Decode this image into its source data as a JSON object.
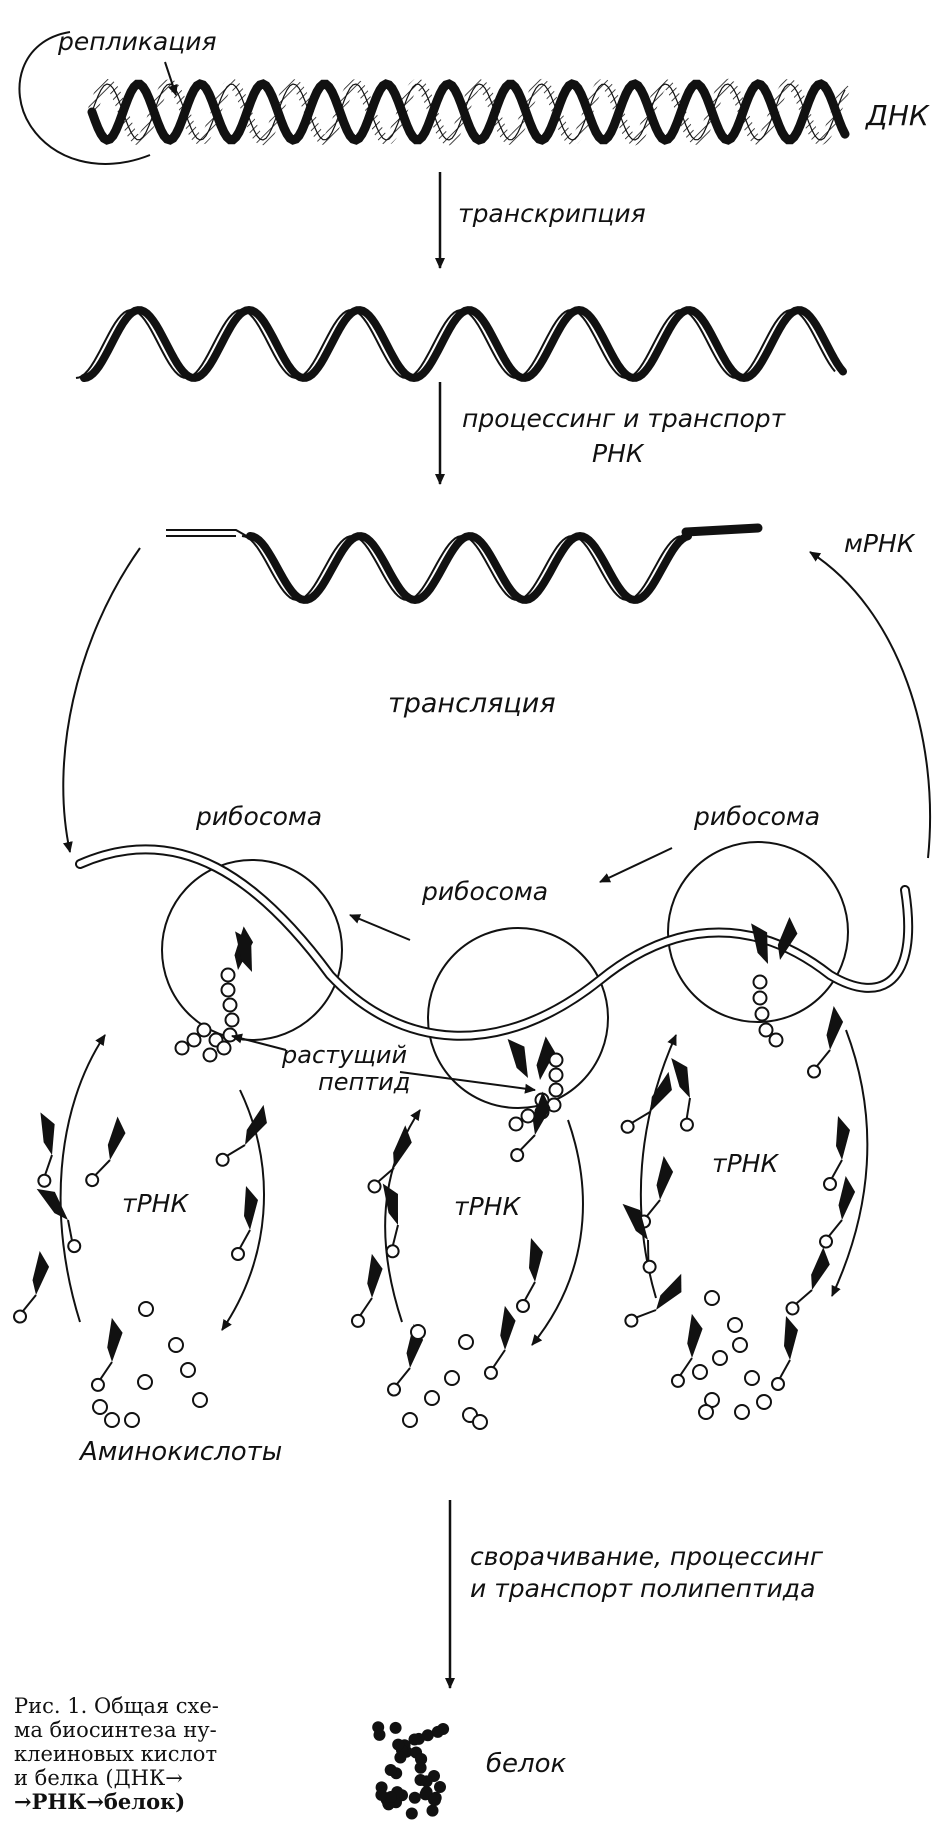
{
  "labels": {
    "replication": "репликация",
    "dna": "ДНК",
    "transcription": "транскрипция",
    "processing_line1": "процессинг и транспорт",
    "processing_line2": "РНК",
    "mrna": "мРНК",
    "translation": "трансляция",
    "ribosome_left": "рибосома",
    "ribosome_middle": "рибосома",
    "ribosome_right": "рибосома",
    "growing_line1": "растущий",
    "growing_line2": "пептид",
    "trna_left": "тРНК",
    "trna_middle": "тРНК",
    "trna_right": "тРНК",
    "amino_acids": "Аминокислоты",
    "folding_line1": "сворачивание, процессинг",
    "folding_line2": "и транспорт полипептида",
    "protein": "белок"
  },
  "caption": {
    "line1": "Рис. 1. Общая схе-",
    "line2": "ма биосинтеза ну-",
    "line3": "клеиновых кислот",
    "line4": "и белка (ДНК→",
    "line5": "→РНК→белок)"
  }
}
